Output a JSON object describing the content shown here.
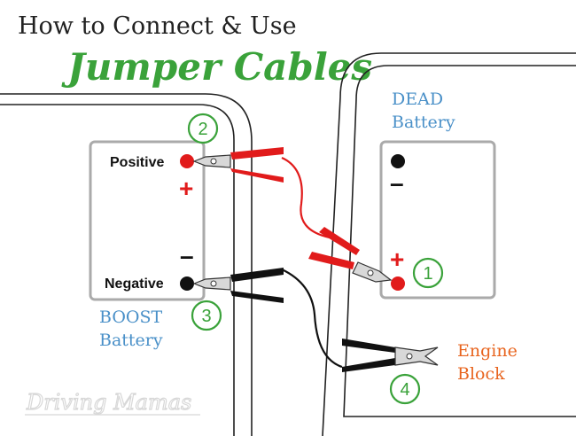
{
  "title": {
    "line1": "How to Connect & Use",
    "line2": "Jumper Cables"
  },
  "boost_battery": {
    "positive_label": "Positive",
    "negative_label": "Negative",
    "plus_sign": "+",
    "minus_sign": "–",
    "name_line1": "BOOST",
    "name_line2": "Battery"
  },
  "dead_battery": {
    "name_line1": "DEAD",
    "name_line2": "Battery",
    "plus_sign": "+",
    "minus_sign": "–"
  },
  "engine_block": {
    "line1": "Engine",
    "line2": "Block"
  },
  "steps": [
    "1",
    "2",
    "3",
    "4"
  ],
  "watermark": "Driving Mamas",
  "colors": {
    "red_cable": "#e11b1b",
    "black_cable": "#111111",
    "step_green": "#3aa23a",
    "battery_gray": "#aaaaaa",
    "label_blue": "#4a90c8",
    "label_orange": "#e8641e"
  }
}
